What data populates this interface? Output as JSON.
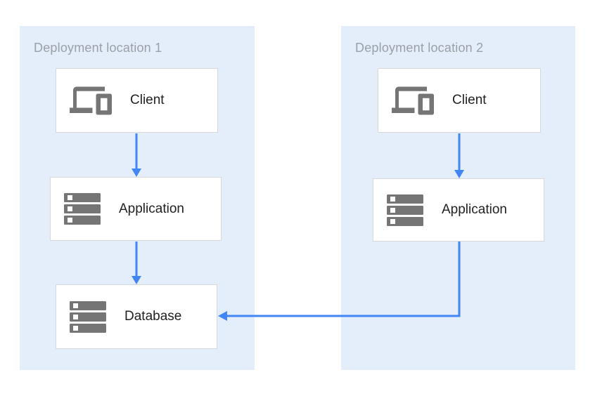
{
  "diagram": {
    "panels": [
      {
        "id": "deployment-location-1",
        "title": "Deployment location 1",
        "nodes": [
          {
            "id": "loc1-client",
            "label": "Client",
            "icon": "devices-icon"
          },
          {
            "id": "loc1-application",
            "label": "Application",
            "icon": "server-stack-icon"
          },
          {
            "id": "loc1-database",
            "label": "Database",
            "icon": "server-stack-icon"
          }
        ]
      },
      {
        "id": "deployment-location-2",
        "title": "Deployment location 2",
        "nodes": [
          {
            "id": "loc2-client",
            "label": "Client",
            "icon": "devices-icon"
          },
          {
            "id": "loc2-application",
            "label": "Application",
            "icon": "server-stack-icon"
          }
        ]
      }
    ],
    "edges": [
      {
        "from": "loc1-client",
        "to": "loc1-application",
        "style": "arrow-down"
      },
      {
        "from": "loc1-application",
        "to": "loc1-database",
        "style": "arrow-down"
      },
      {
        "from": "loc2-client",
        "to": "loc2-application",
        "style": "arrow-down"
      },
      {
        "from": "loc2-application",
        "to": "loc1-database",
        "style": "elbow-down-left"
      }
    ],
    "colors": {
      "panel_background": "#e4eefb",
      "arrow": "#4285f4",
      "node_border": "#d6d8da",
      "node_background": "#ffffff",
      "icon_gray": "#757575",
      "panel_title_text": "#9aa0a6",
      "node_label_text": "#212124"
    }
  }
}
